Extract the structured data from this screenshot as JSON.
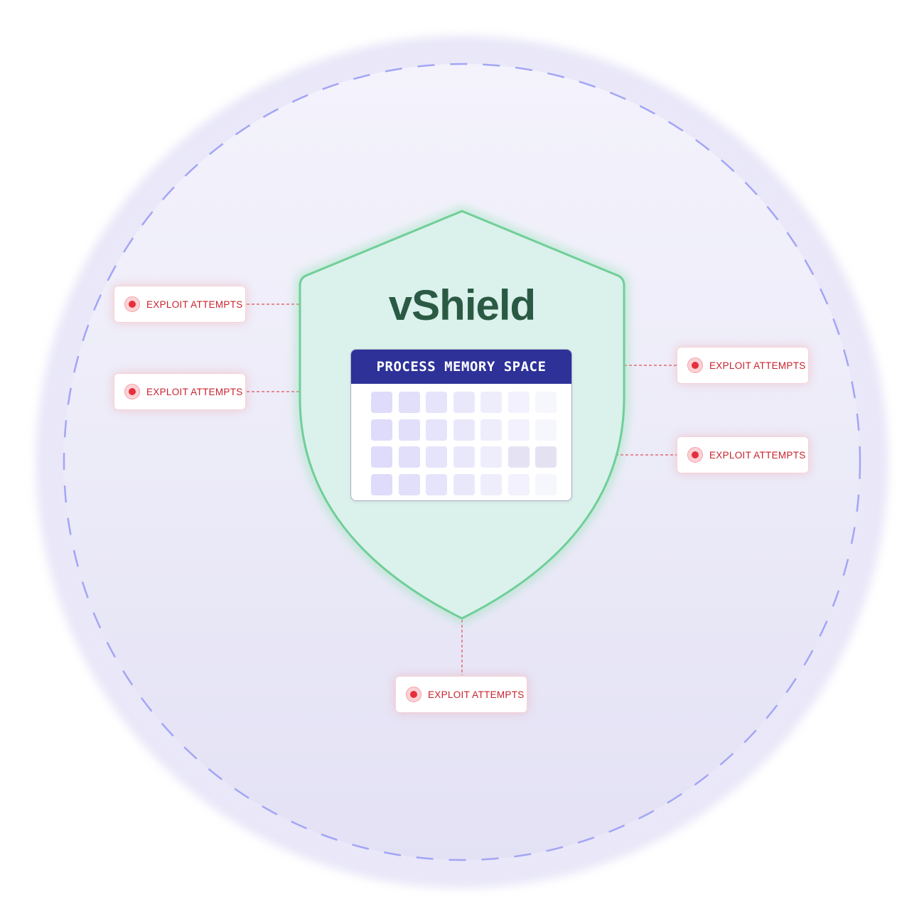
{
  "diagram": {
    "title": "vShield",
    "memory_label": "PROCESS MEMORY SPACE",
    "memory_grid": {
      "rows": 4,
      "cols": 7,
      "cell_colors": [
        [
          "#dedcfa",
          "#e1dffa",
          "#e5e4fb",
          "#e9e8fb",
          "#eeedfc",
          "#f2f1fd",
          "#f6f6fd"
        ],
        [
          "#dedcfa",
          "#e1dffa",
          "#e5e4fb",
          "#e9e8fb",
          "#eeedfc",
          "#f2f1fd",
          "#f6f6fd"
        ],
        [
          "#dedcfa",
          "#e1dffa",
          "#e5e4fb",
          "#e9e8fb",
          "#eeedfc",
          "#e5e3f3",
          "#e4e2f2"
        ],
        [
          "#dedcfa",
          "#e1dffa",
          "#e5e4fb",
          "#e9e8fb",
          "#eeedfc",
          "#f2f1fd",
          "#f6f6fd"
        ]
      ]
    },
    "threats": [
      {
        "label": "EXPLOIT ATTEMPTS"
      },
      {
        "label": "EXPLOIT ATTEMPTS"
      },
      {
        "label": "EXPLOIT ATTEMPTS"
      },
      {
        "label": "EXPLOIT ATTEMPTS"
      },
      {
        "label": "EXPLOIT ATTEMPTS"
      }
    ]
  },
  "colors": {
    "shield_fill": "#dbf1ec",
    "shield_stroke": "#6fcf97",
    "title_color": "#2b5a44",
    "memory_header": "#2d3198",
    "orbit_dash": "#a3a5f5",
    "threat_red": "#e5303c",
    "connector": "#e06b73"
  }
}
